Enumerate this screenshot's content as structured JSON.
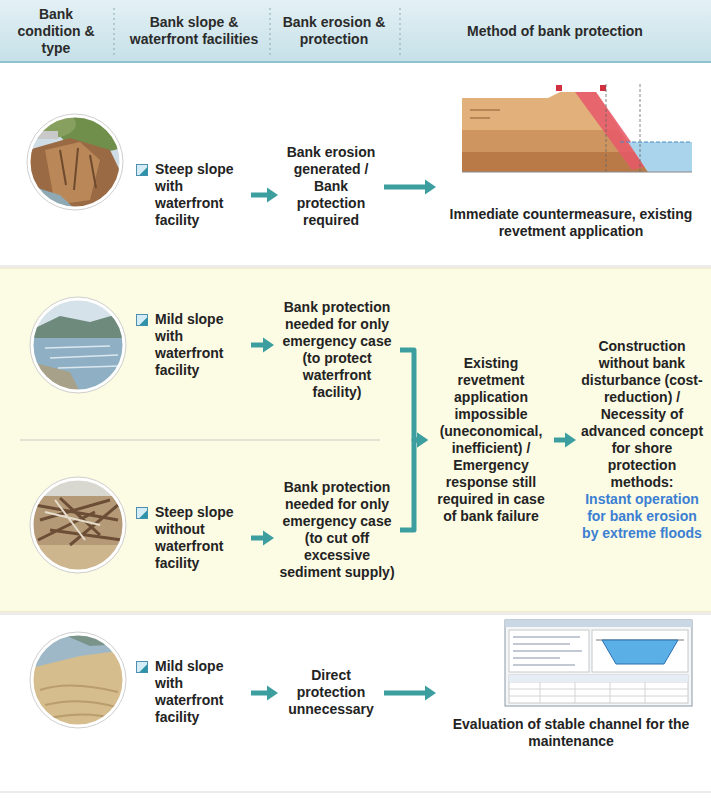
{
  "diagram": {
    "nodes": [
      {
        "text": [
          "Bank condition & type",
          "Bank slope & waterfront facilities",
          "Bank erosion & protection",
          "Method of bank protection"
        ]
      },
      {
        "text": [
          "Steep slope with waterfront facility"
        ]
      },
      {
        "text": [
          "Bank erosion generated / Bank protection required"
        ]
      },
      {
        "text": [
          "Immediate countermeasure, existing revetment application"
        ]
      },
      {
        "text": [
          "Mild slope with waterfront facility"
        ]
      },
      {
        "text": [
          "Bank protection needed for only emergency case (to protect waterfront facility)"
        ]
      },
      {
        "text": [
          "Steep slope without waterfront facility"
        ]
      },
      {
        "text": [
          "Bank protection needed for only emergency case (to cut off excessive sediment supply)"
        ]
      },
      {
        "text": [
          "Existing revetment application impossible (uneconomical, inefficient) / Emergency response still required in case of bank failure"
        ]
      },
      {
        "text": [
          "Construction without bank disturbance (cost-reduction) / Necessity of advanced concept for shore protection methods:",
          "Instant operation for bank erosion by extreme floods"
        ]
      },
      {
        "text": [
          "Mild slope with waterfront facility"
        ]
      },
      {
        "text": [
          "Direct protection unnecessary"
        ]
      },
      {
        "text": [
          "Evaluation of stable channel for the maintenance"
        ]
      }
    ],
    "edges": [
      {
        "from": 1,
        "to": 2,
        "arrow": "to"
      },
      {
        "from": 2,
        "to": 3,
        "arrow": "to"
      },
      {
        "from": 4,
        "to": 5,
        "arrow": "to"
      },
      {
        "from": 6,
        "to": 7,
        "arrow": "to"
      },
      {
        "from": 5,
        "to": 8,
        "arrow": "to"
      },
      {
        "from": 7,
        "to": 8,
        "arrow": "to"
      },
      {
        "from": 8,
        "to": 9,
        "arrow": "to"
      },
      {
        "from": 10,
        "to": 11,
        "arrow": "to"
      },
      {
        "from": 11,
        "to": 12,
        "arrow": "to"
      }
    ]
  }
}
